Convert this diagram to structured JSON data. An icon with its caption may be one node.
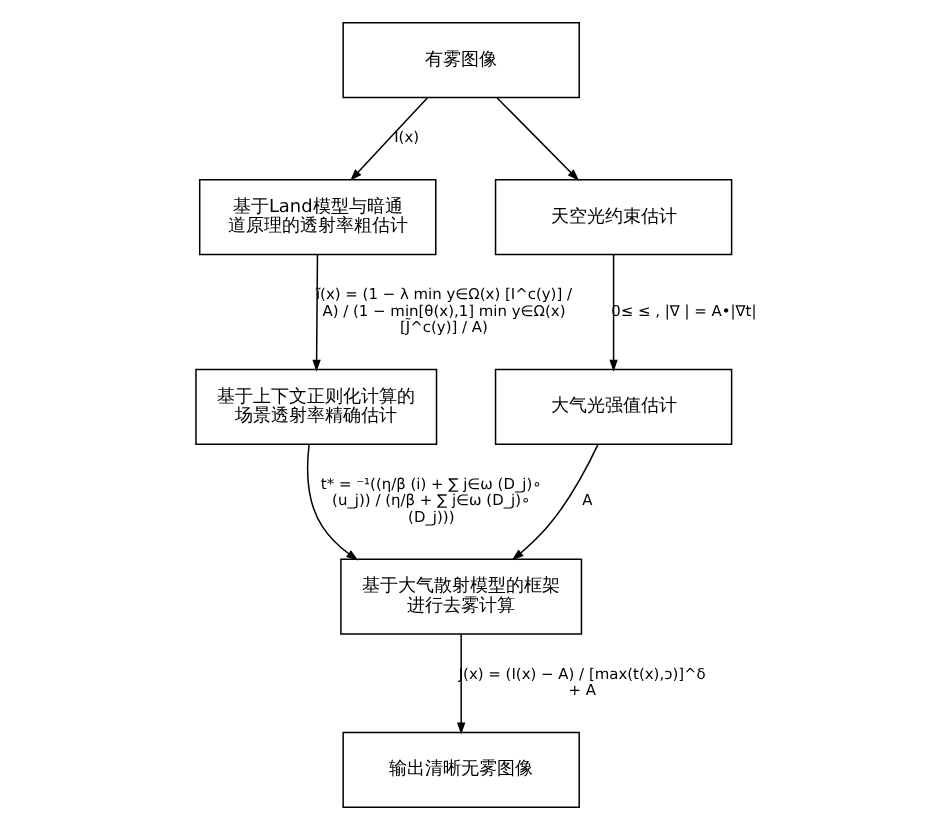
{
  "diagram": {
    "nodes": [
      {
        "text": [
          "有雾图像"
        ]
      },
      {
        "text": [
          "基于Land模型与暗通道原理的透射率粗估计"
        ]
      },
      {
        "text": [
          "天空光约束估计"
        ]
      },
      {
        "text": [
          "基于上下文正则化计算的场景透射率精确估计"
        ]
      },
      {
        "text": [
          "大气光强值估计"
        ]
      },
      {
        "text": [
          "基于大气散射模型的框架进行去雾计算"
        ]
      },
      {
        "text": [
          "输出清晰无雾图像"
        ]
      }
    ],
    "edges": [
      {
        "from": 0,
        "to": 1,
        "arrow": "to",
        "label": "I(x)"
      },
      {
        "from": 0,
        "to": 2,
        "arrow": "to"
      },
      {
        "from": 1,
        "to": 3,
        "arrow": "to",
        "label": "ĩ(x) = (1 − λ min y∈Ω(x) [I^c(y)] / A) / (1 − min[θ(x),1] min y∈Ω(x) [J̃^c(y)] / A)"
      },
      {
        "from": 2,
        "to": 4,
        "arrow": "to",
        "label": "0≤ ≤ , |∇ | = A•|∇t|"
      },
      {
        "from": 3,
        "to": 5,
        "arrow": "to",
        "label": "t* = ⁻¹((η/β (i) + ∑ j∈ω (D_j)∘ (u_j)) / (η/β + ∑ j∈ω (D_j)∘ (D_j)))"
      },
      {
        "from": 4,
        "to": 5,
        "arrow": "to",
        "label": "A"
      },
      {
        "from": 5,
        "to": 6,
        "arrow": "to",
        "label": "J(x) = (I(x) − A) / [max(t(x),ɔ)]^δ + A"
      }
    ]
  }
}
